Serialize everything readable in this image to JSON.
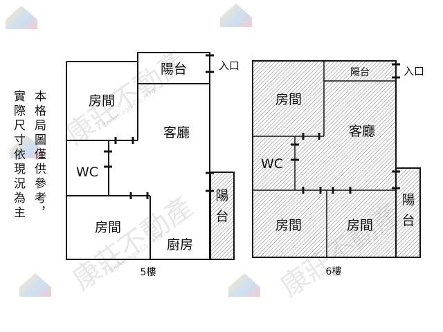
{
  "watermark": {
    "brand": "康莊不動產",
    "sub": "Brokerage Co., Ltd."
  },
  "note": {
    "line1": "本格局圖僅供參考，",
    "line2": "實際尺寸依現況為主"
  },
  "floor5": {
    "caption": "5樓",
    "balcony_top": "陽台",
    "entrance": "入口",
    "room_top": "房間",
    "living": "客廳",
    "wc": "WC",
    "room_bottom": "房間",
    "kitchen": "廚房",
    "balcony_side_1": "陽",
    "balcony_side_2": "台"
  },
  "floor6": {
    "caption": "6樓",
    "balcony_top": "陽台",
    "entrance": "入口",
    "room_top": "房間",
    "living": "客廳",
    "wc": "WC",
    "room_bottom_left": "房間",
    "room_bottom_right": "房間",
    "balcony_side_1": "陽",
    "balcony_side_2": "台"
  },
  "colors": {
    "wall": "#111111",
    "hatch": "#8a8a8a"
  }
}
